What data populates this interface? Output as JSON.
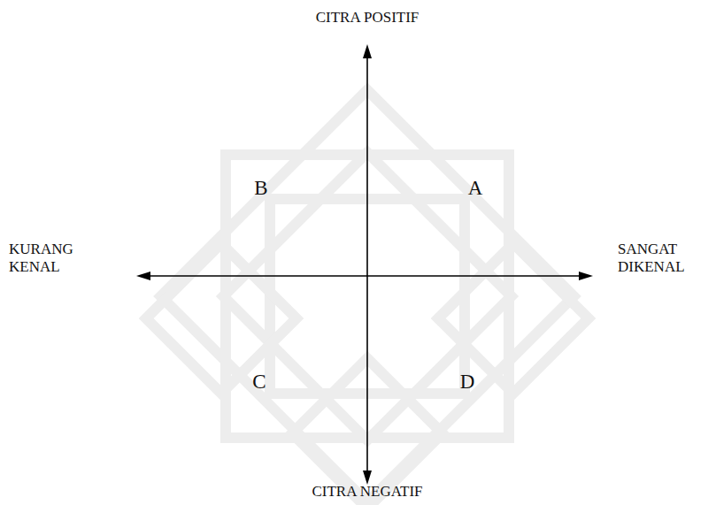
{
  "diagram": {
    "labels": [
      "CITRA POSITIF",
      "B",
      "A",
      "KURANG KENAL",
      "SANGAT DIKENAL",
      "C",
      "D",
      "CITRA NEGATIF"
    ]
  }
}
